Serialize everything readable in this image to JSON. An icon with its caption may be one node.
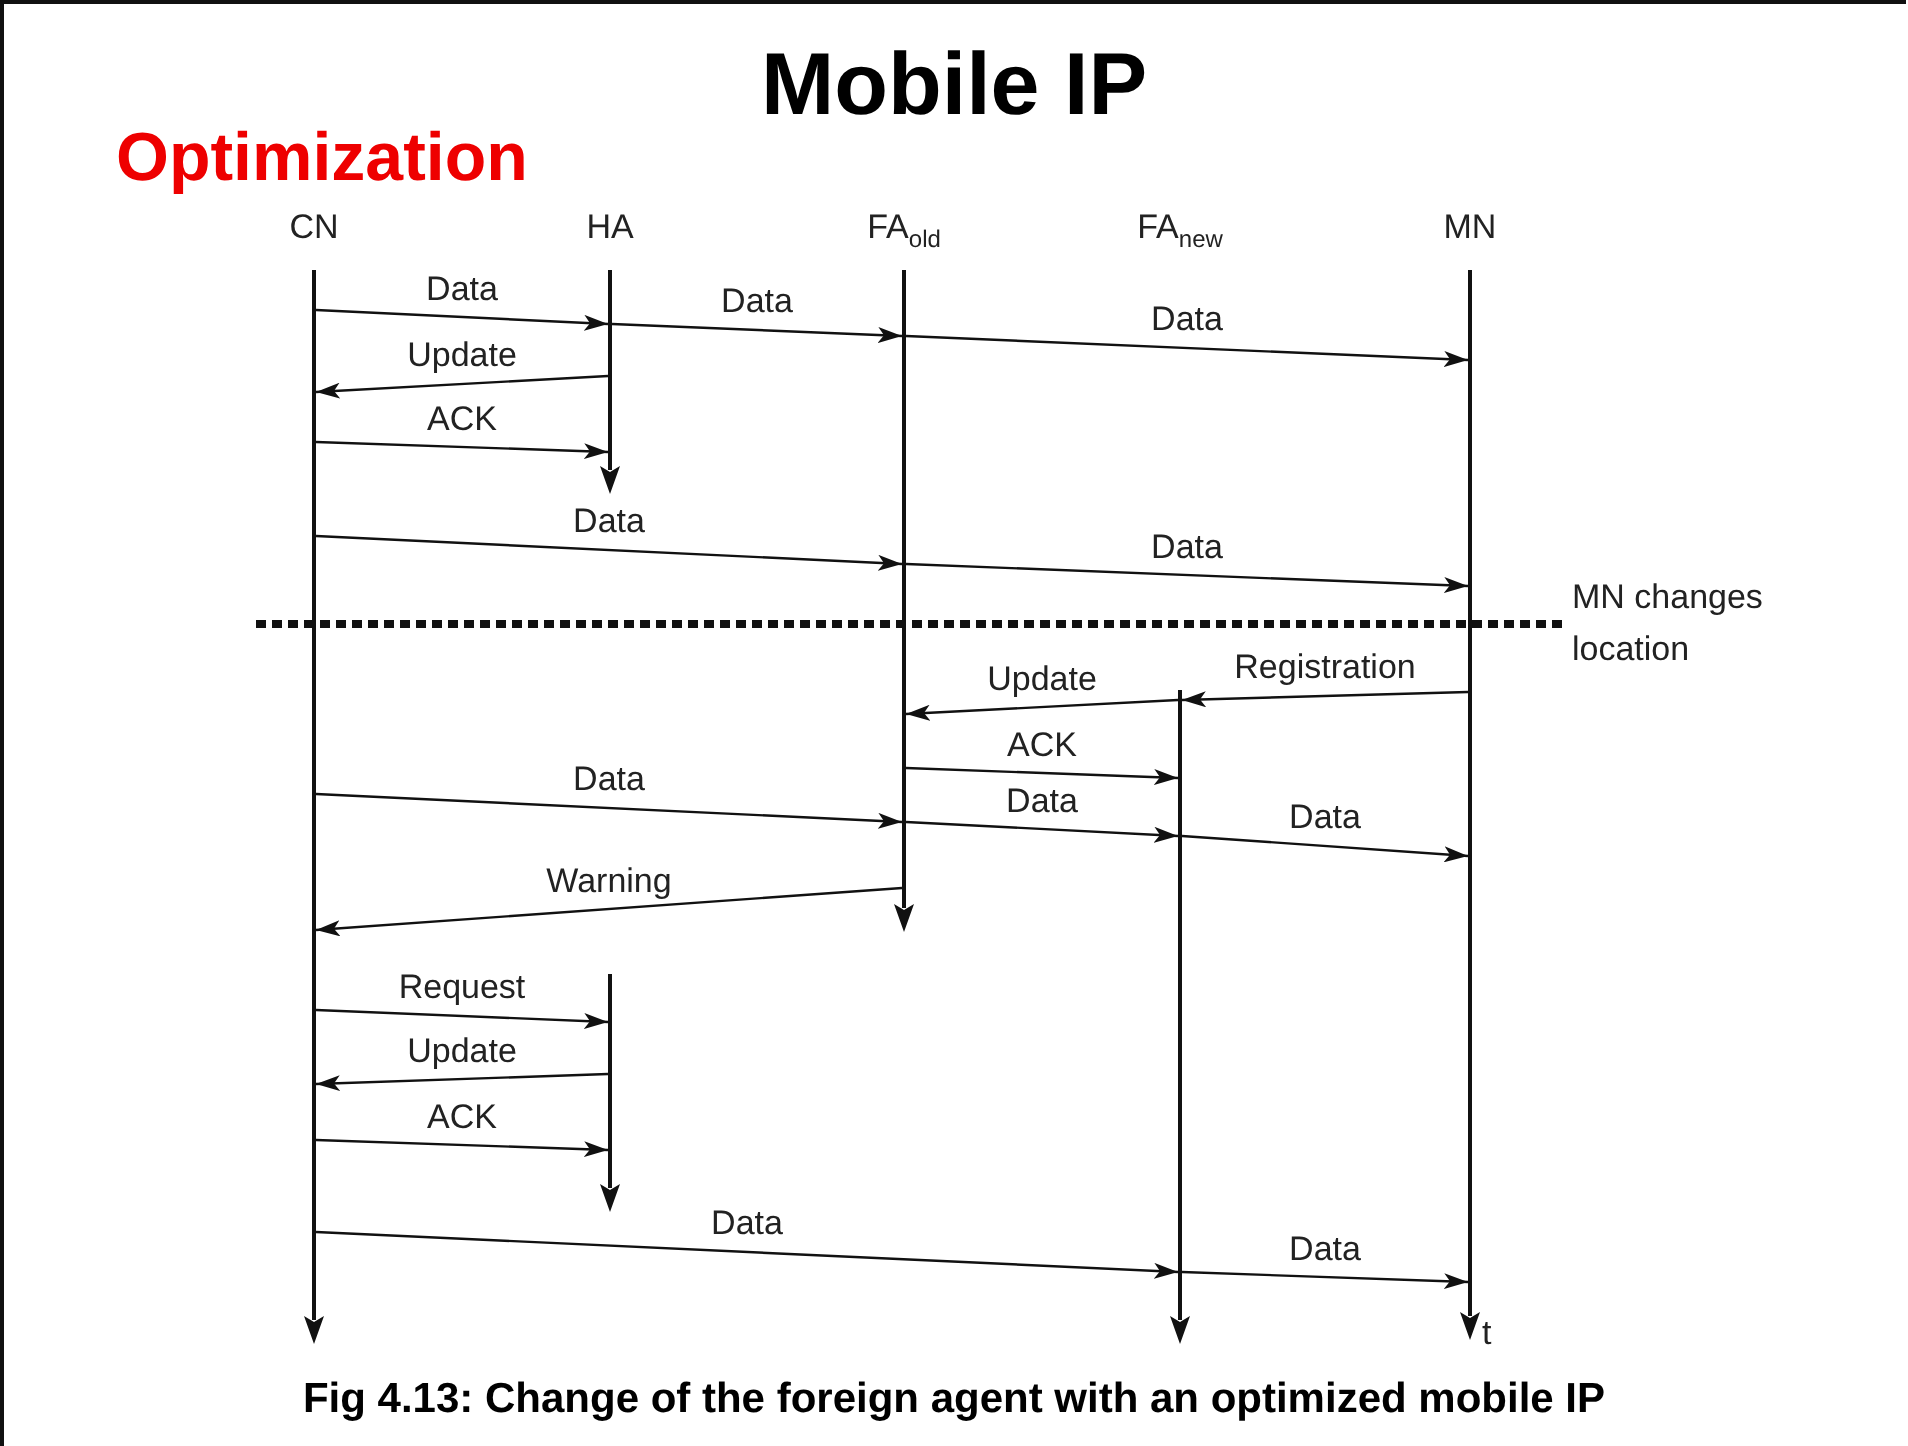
{
  "diagram": {
    "title": "Mobile IP",
    "caption": "Fig 4.13: Change of the foreign agent with an optimized mobile IP",
    "nodes": [
      {
        "text": [
          "CN"
        ]
      },
      {
        "text": [
          "HA"
        ]
      },
      {
        "text": [
          "FA$_{old}$"
        ]
      },
      {
        "text": [
          "FA$_{new}$"
        ]
      },
      {
        "text": [
          "MN"
        ]
      },
      {
        "text": [],
        "shape": "bar"
      },
      {
        "text": [],
        "shape": "bar"
      },
      {
        "text": [],
        "shape": "bar"
      },
      {
        "text": [],
        "shape": "bar"
      },
      {
        "text": [],
        "shape": "bar"
      },
      {
        "text": [],
        "shape": "bar"
      }
    ],
    "edges": [
      {
        "from": 5,
        "to": 6,
        "arrow": "to",
        "label": "Data"
      },
      {
        "from": 6,
        "to": 7,
        "arrow": "to",
        "label": "Data"
      },
      {
        "from": 7,
        "to": 8,
        "arrow": "to",
        "label": "Data"
      },
      {
        "from": 6,
        "to": 5,
        "arrow": "to",
        "label": "Update"
      },
      {
        "from": 5,
        "to": 6,
        "arrow": "to",
        "label": "ACK"
      },
      {
        "from": 5,
        "to": 7,
        "arrow": "to",
        "label": "Data"
      },
      {
        "from": 7,
        "to": 8,
        "arrow": "to",
        "label": "Data"
      },
      {
        "from": 8,
        "to": 9,
        "arrow": "to",
        "label": "Registration"
      },
      {
        "from": 9,
        "to": 7,
        "arrow": "to",
        "label": "Update"
      },
      {
        "from": 7,
        "to": 9,
        "arrow": "to",
        "label": "ACK"
      },
      {
        "from": 5,
        "to": 7,
        "arrow": "to",
        "label": "Data"
      },
      {
        "from": 7,
        "to": 9,
        "arrow": "to",
        "label": "Data"
      },
      {
        "from": 9,
        "to": 8,
        "arrow": "to",
        "label": "Data"
      },
      {
        "from": 7,
        "to": 5,
        "arrow": "to",
        "label": "Warning"
      },
      {
        "from": 5,
        "to": 10,
        "arrow": "to",
        "label": "Request"
      },
      {
        "from": 10,
        "to": 5,
        "arrow": "to",
        "label": "Update"
      },
      {
        "from": 5,
        "to": 10,
        "arrow": "to",
        "label": "ACK"
      },
      {
        "from": 5,
        "to": 9,
        "arrow": "to",
        "label": "Data"
      },
      {
        "from": 9,
        "to": 8,
        "arrow": "to",
        "label": "Data"
      }
    ],
    "labels": [
      "Optimization",
      "MN changes location",
      "t"
    ]
  }
}
